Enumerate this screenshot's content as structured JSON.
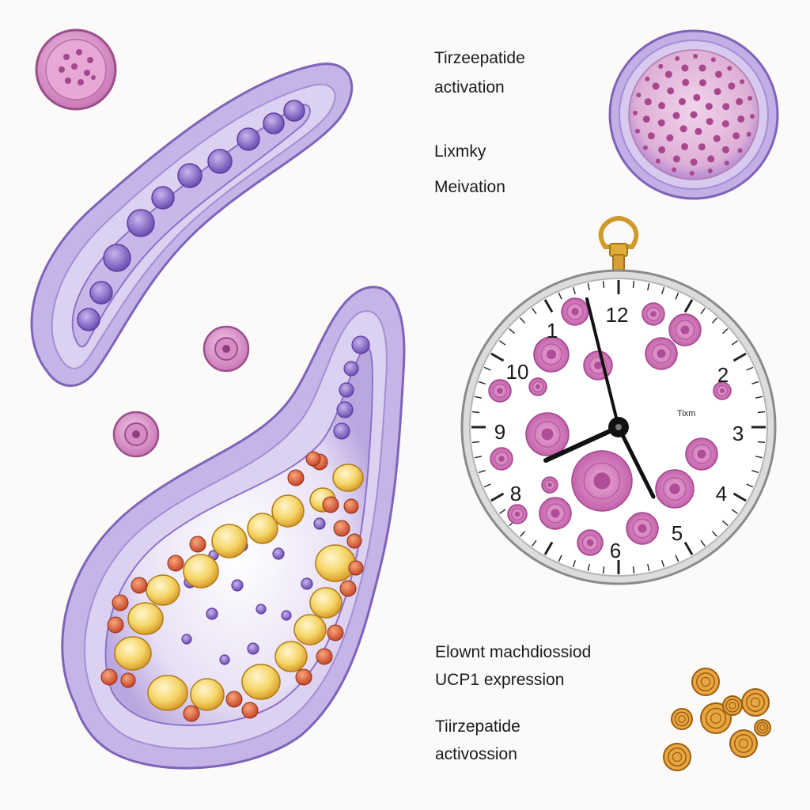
{
  "labels": {
    "top_line_1": "Tirzeepatide",
    "top_line_2": "activation",
    "mid_line_1": "Lixmky",
    "mid_line_2": "Meivation",
    "bottom_line_1": "Elownt machdiossiod",
    "bottom_line_2": "UCP1 expression",
    "bottom_line_3": "Tiirzepatide",
    "bottom_line_4": "activossion"
  },
  "clock": {
    "numbers": [
      "12",
      "1",
      "2",
      "3",
      "4",
      "5",
      "6",
      "8",
      "9",
      "10"
    ],
    "center_label": "Tixm"
  },
  "colors": {
    "membrane_purple": "#a88fd6",
    "membrane_light": "#d8cdee",
    "nucleus_purple": "#8a6cc8",
    "cell_pink": "#cc7fbf",
    "lipid_yellow": "#f2cd5a",
    "lipid_orange": "#d9652e",
    "mito_orange": "#e49a3a",
    "gold": "#d9a037"
  },
  "icons": [
    "elongated-cell-icon",
    "adipocyte-cell-icon",
    "pink-cell-icon",
    "stopwatch-icon",
    "mitochondria-cluster-icon"
  ]
}
